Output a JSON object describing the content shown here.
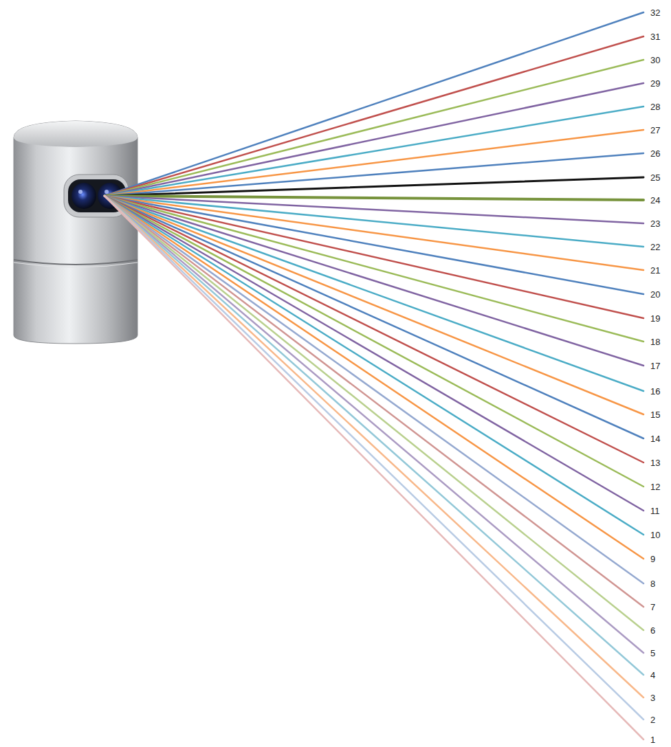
{
  "diagram": {
    "labels": [
      "32",
      "31",
      "30",
      "29",
      "28",
      "27",
      "26",
      "25",
      "24",
      "23",
      "22",
      "21",
      "20",
      "19",
      "18",
      "17",
      "16",
      "15",
      "14",
      "13",
      "12",
      "11",
      "10",
      "9",
      "8",
      "7",
      "6",
      "5",
      "4",
      "3",
      "2",
      "1"
    ]
  }
}
